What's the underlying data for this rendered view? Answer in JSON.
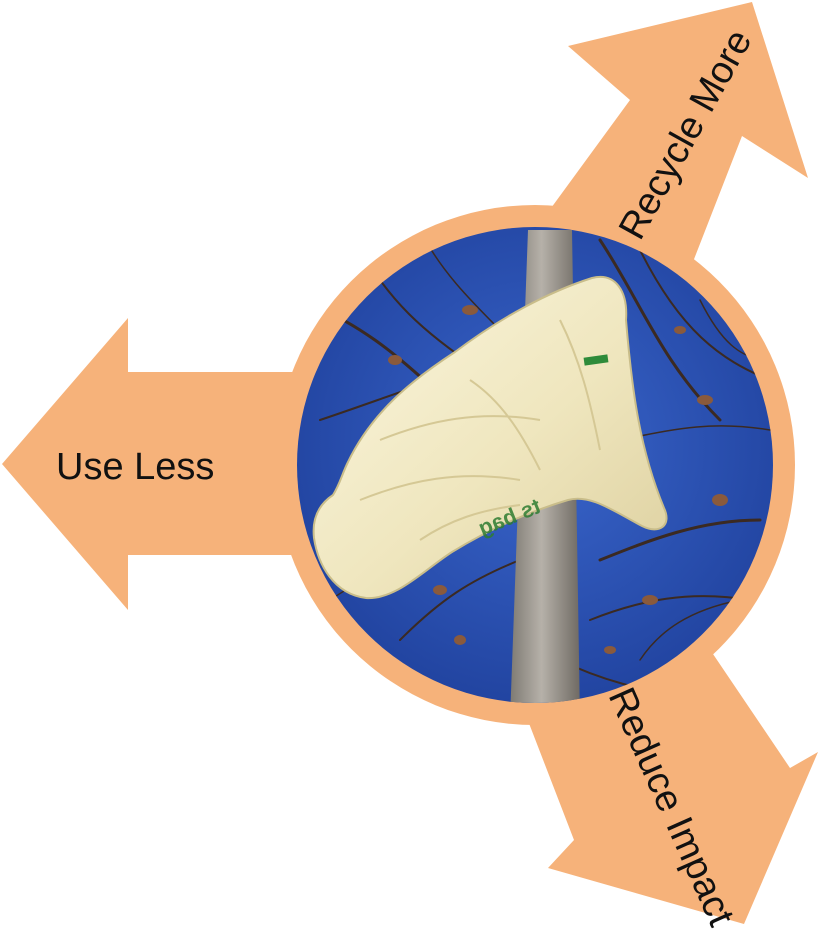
{
  "diagram": {
    "colors": {
      "arrow_fill": "#F6B27A",
      "sky": "#2A4FB4",
      "bag": "#F1EAC6",
      "trunk": "#9C9790",
      "branch": "#3B2A22"
    },
    "arrows": [
      {
        "label": "Use Less",
        "direction": "left"
      },
      {
        "label": "Recycle More",
        "direction": "up-right"
      },
      {
        "label": "Reduce Impact",
        "direction": "down-right"
      }
    ],
    "center_photo": {
      "subject": "plastic bag caught in a leafless tree against a blue sky",
      "bag_print": "ts bag"
    }
  }
}
